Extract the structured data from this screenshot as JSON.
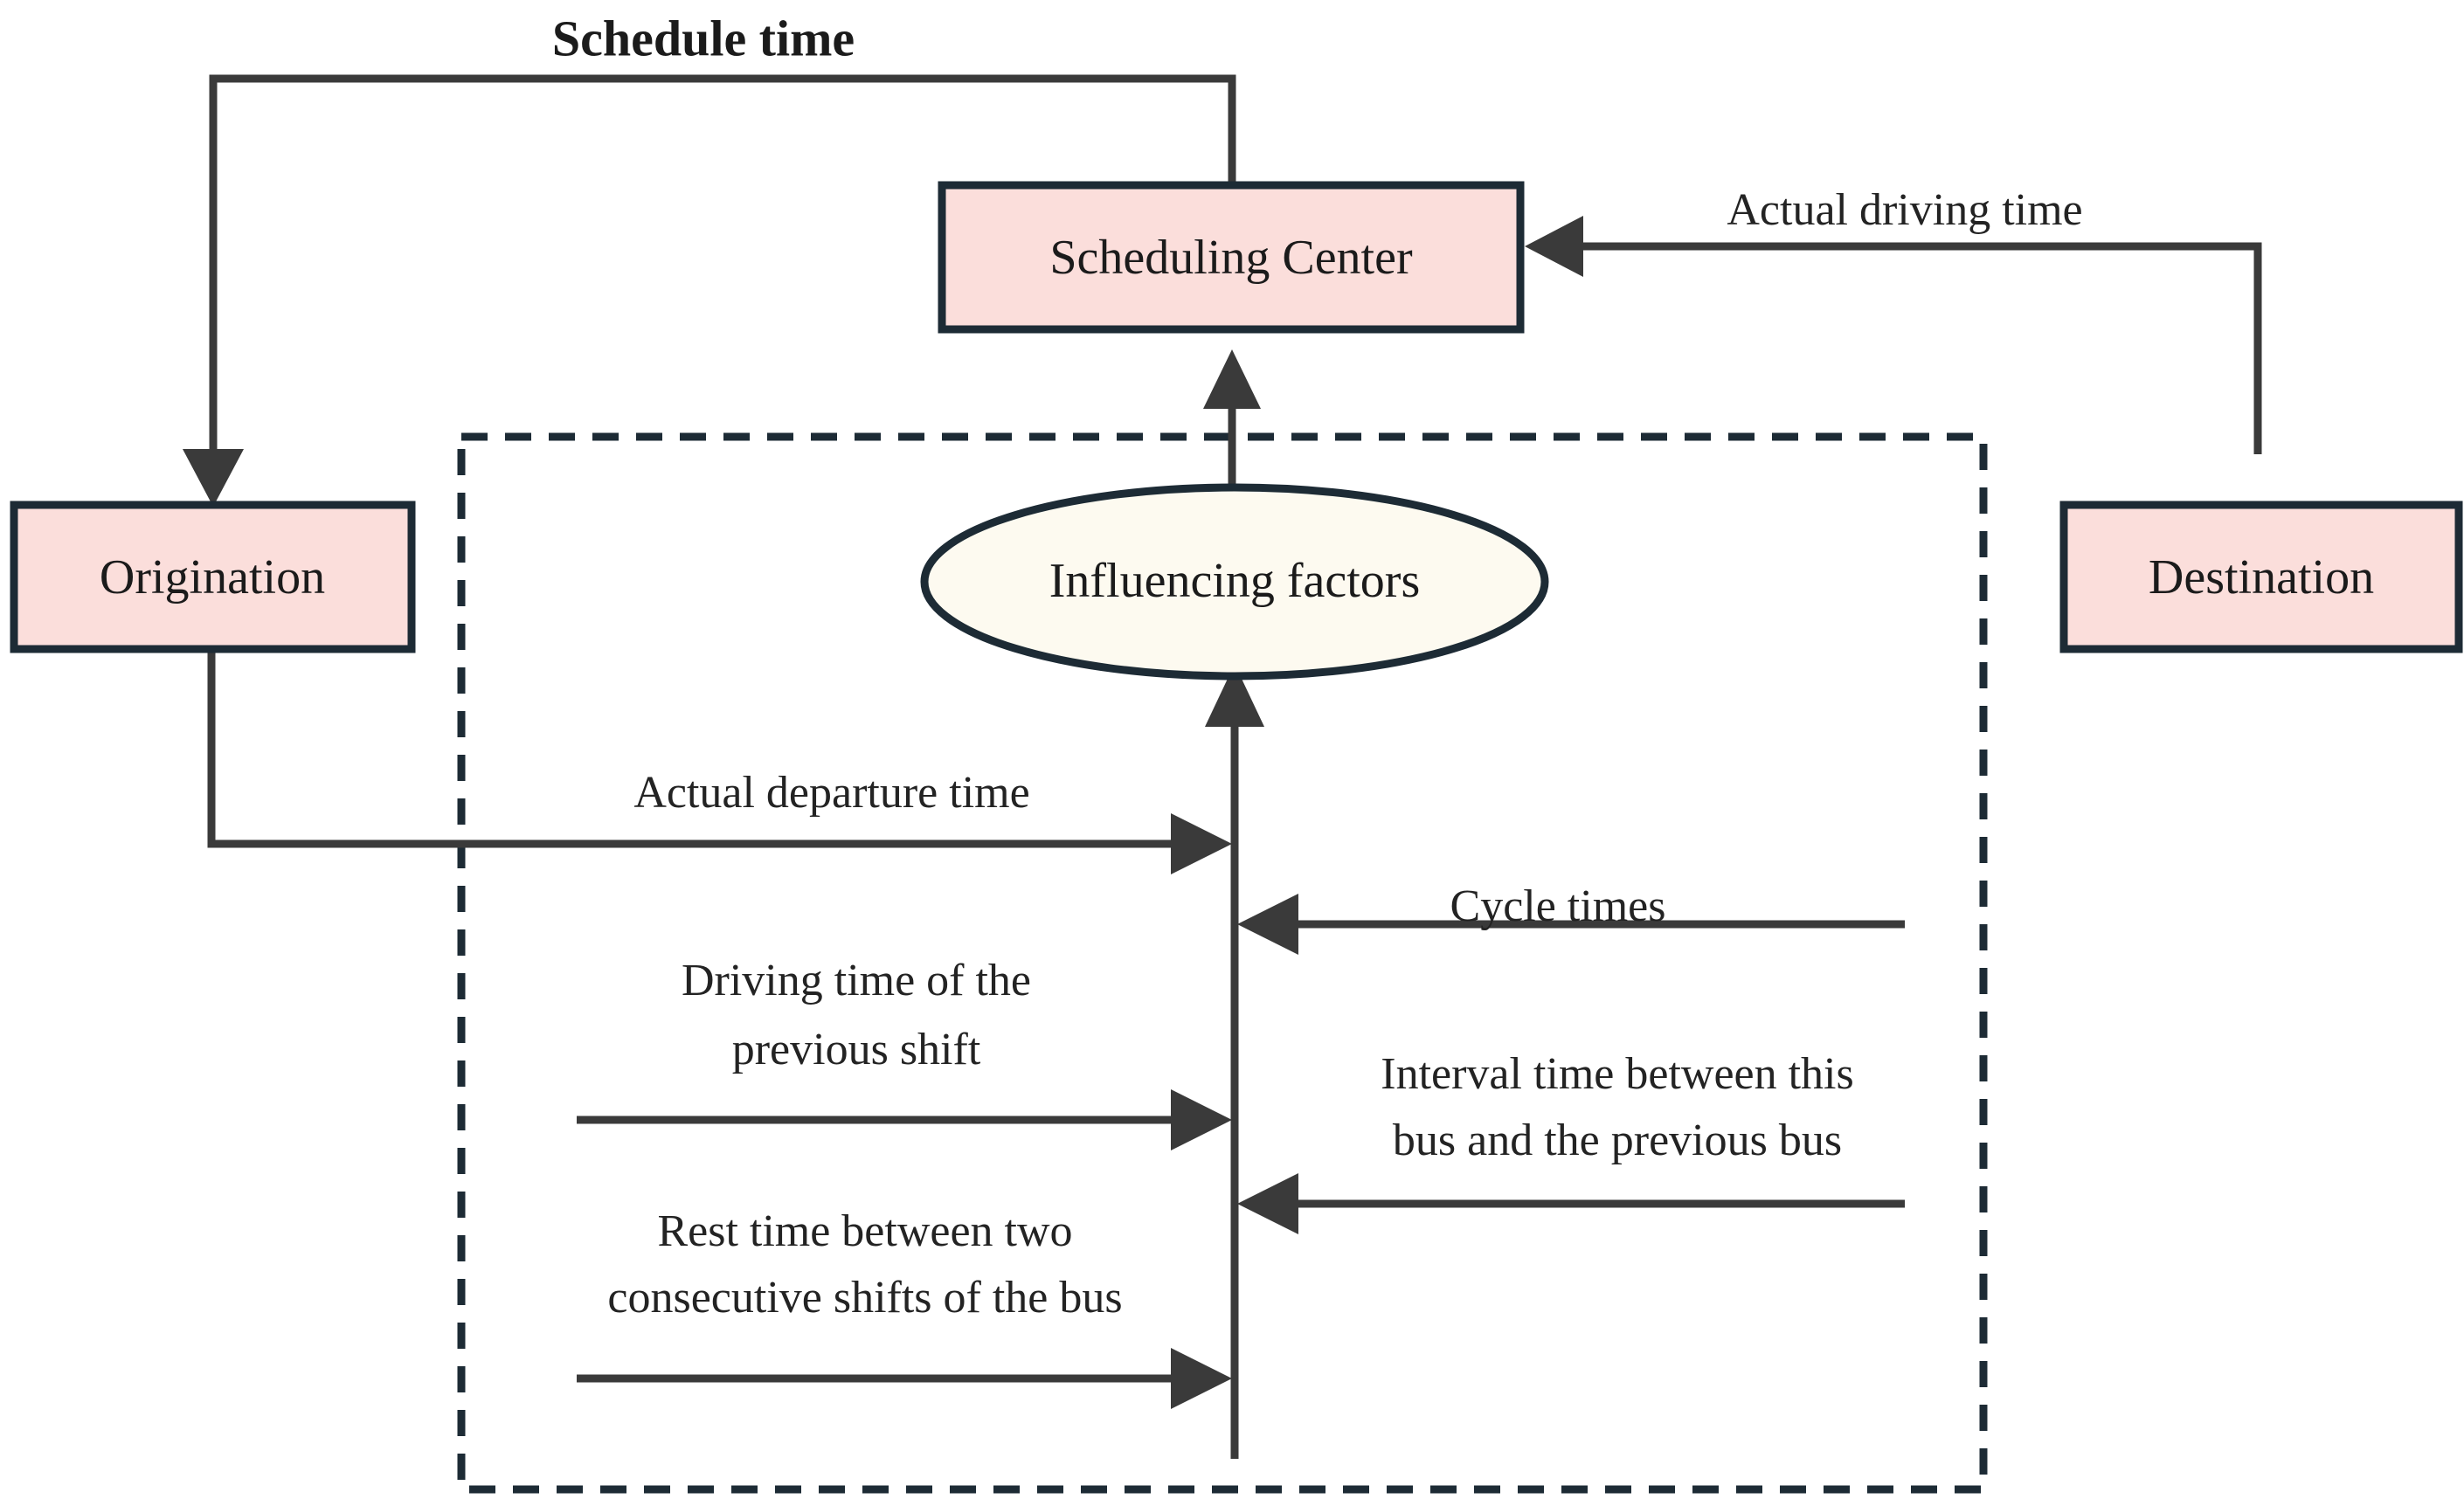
{
  "diagram": {
    "title": "Schedule  time",
    "colors": {
      "node_fill_pink": "#fbdedb",
      "ellipse_fill_cream": "#fdfaf0",
      "stroke_navy": "#1d2b35",
      "connector_gray": "#3a3a3a",
      "text_dark": "#1b1b1b",
      "background": "#ffffff"
    },
    "nodes": {
      "scheduling_center": "Scheduling Center",
      "origination": "Origination",
      "destination": "Destination",
      "influencing_factors": "Influencing factors"
    },
    "edge_labels": {
      "schedule_time": "Schedule  time",
      "actual_driving_time": "Actual driving time",
      "actual_departure_time": "Actual departure time",
      "cycle_times": "Cycle times",
      "driving_time_prev_line1": "Driving time of the",
      "driving_time_prev_line2": "previous shift",
      "interval_time_line1": "Interval time between this",
      "interval_time_line2": "bus and the previous bus",
      "rest_time_line1": "Rest time between two",
      "rest_time_line2": "consecutive shifts of the bus"
    },
    "groups": {
      "dashed_region_name": "influencing-factors-region"
    }
  }
}
